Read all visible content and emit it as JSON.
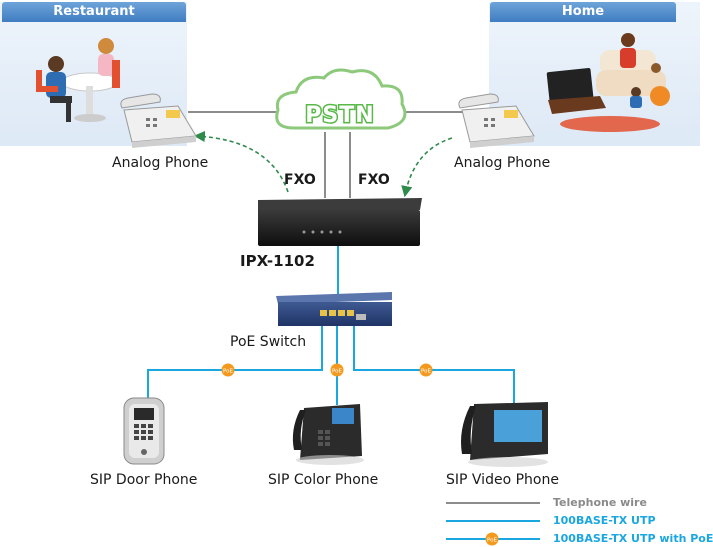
{
  "rooms": {
    "restaurant": "Restaurant",
    "home": "Home"
  },
  "cloud": {
    "label": "PSTN"
  },
  "labels": {
    "analog_left": "Analog Phone",
    "analog_right": "Analog Phone",
    "fxo_left": "FXO",
    "fxo_right": "FXO",
    "gateway": "IPX-1102",
    "switch": "PoE Switch",
    "door_phone": "SIP Door Phone",
    "color_phone": "SIP Color Phone",
    "video_phone": "SIP Video Phone",
    "poe_badge": "PoE"
  },
  "legend": {
    "telephone_wire": "Telephone wire",
    "utp": "100BASE-TX UTP",
    "utp_poe": "100BASE-TX UTP with PoE",
    "poe_badge": "PoE"
  },
  "colors": {
    "header_blue": "#4a86c8",
    "room_bg": "#e4eef8",
    "telephone_wire": "#8c8c8c",
    "utp": "#1aa6de",
    "legend_text_grey": "#8a8a8a",
    "legend_text_blue": "#1aa6de",
    "poe_orange": "#f39a1e",
    "cloud_green": "#58b947",
    "dashed_arrow": "#2e8b4a"
  }
}
